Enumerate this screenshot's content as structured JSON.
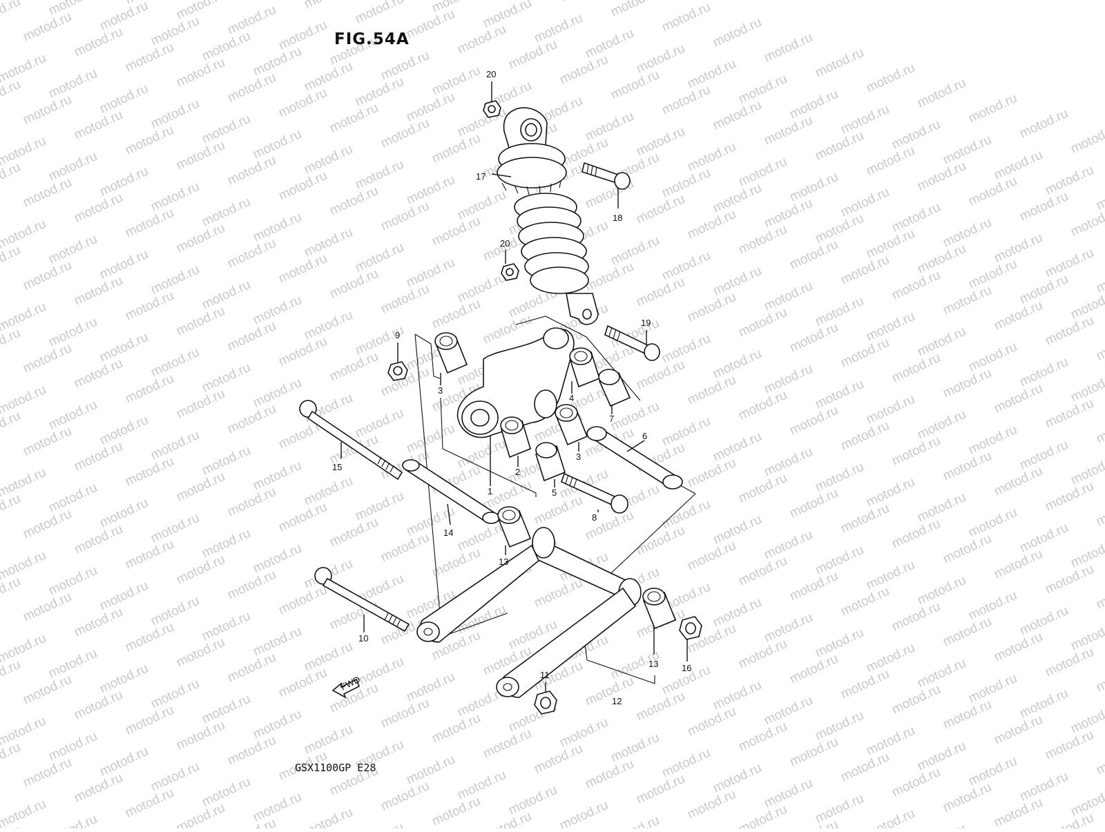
{
  "figure": {
    "title": "FIG.54A",
    "model_code": "GSX1100GP  E28"
  },
  "watermark": "motod.ru",
  "fwd_label": "FWD",
  "callouts": {
    "c1": "1",
    "c2": "2",
    "c3a": "3",
    "c3b": "3",
    "c4": "4",
    "c5": "5",
    "c6": "6",
    "c7": "7",
    "c8": "8",
    "c9": "9",
    "c10": "10",
    "c11": "11",
    "c12": "12",
    "c13a": "13",
    "c13b": "13",
    "c14": "14",
    "c15": "15",
    "c16": "16",
    "c17": "17",
    "c18": "18",
    "c19": "19",
    "c20a": "20",
    "c20b": "20"
  }
}
